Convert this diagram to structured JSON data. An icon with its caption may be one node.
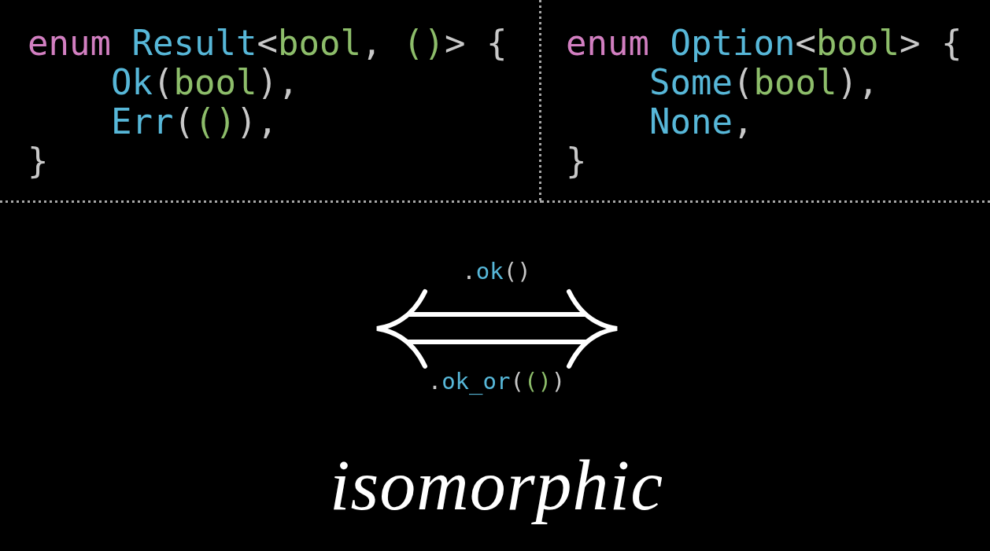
{
  "diagram": {
    "nodes": [
      {
        "text": [
          "enum Result<bool, ()> {",
          "Ok(bool),",
          "Err(()),",
          "}"
        ]
      },
      {
        "text": [
          "enum Option<bool> {",
          "Some(bool),",
          "None,",
          "}"
        ]
      }
    ],
    "labels": [
      ".ok()",
      ".ok_or(())",
      "isomorphic"
    ]
  }
}
